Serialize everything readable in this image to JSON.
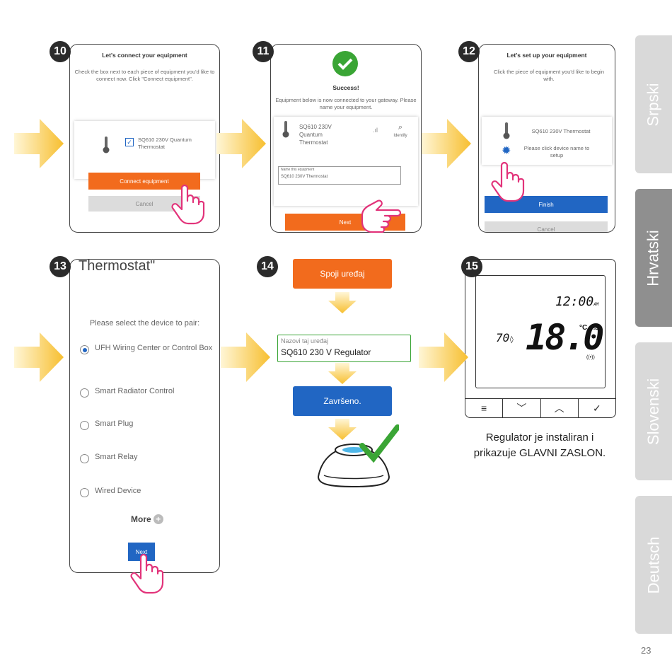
{
  "steps": {
    "s10": {
      "num": "10",
      "title": "Let's connect your equipment",
      "desc": "Check the box next to each piece of equipment you'd like to connect now. Click \"Connect equipment\".",
      "device": "SQ610 230V Quantum Thermostat",
      "connect_btn": "Connect equipment",
      "cancel_btn": "Cancel"
    },
    "s11": {
      "num": "11",
      "title": "Success!",
      "desc": "Equipment below is now connected to your gateway. Please name your equipment.",
      "device": "SQ610 230V Quantum Thermostat",
      "identify": "Identify",
      "name_label": "Name this equipment",
      "name_value": "SQ610 230V Thermostat",
      "next_btn": "Next"
    },
    "s12": {
      "num": "12",
      "title": "Let's set up your equipment",
      "desc": "Click the piece of equipment you'd like to begin with.",
      "device": "SQ610 230V Thermostat",
      "hint": "Please click device name to setup",
      "finish_btn": "Finish",
      "cancel_btn": "Cancel"
    },
    "s13": {
      "num": "13",
      "header": "Thermostat\"",
      "prompt": "Please select the device to pair:",
      "options": [
        "UFH Wiring Center or Control Box",
        "Smart Radiator Control",
        "Smart Plug",
        "Smart Relay",
        "Wired Device"
      ],
      "more": "More",
      "next_btn": "Next"
    },
    "s14": {
      "num": "14",
      "connect": "Spoji uređaj",
      "name_label": "Nazovi taj uređaj",
      "name_value": "SQ610 230 V Regulator",
      "done": "Završeno."
    },
    "s15": {
      "num": "15",
      "time": "12:00",
      "time_suffix": "AM",
      "humidity": "70",
      "temp": "18.0",
      "unit": "°C",
      "caption_line1": "Regulator je instaliran i",
      "caption_line2": "prikazuje GLAVNI ZASLON."
    }
  },
  "tabs": [
    "Srpski",
    "Hrvatski",
    "Slovenski",
    "Deutsch"
  ],
  "active_tab": "Hrvatski",
  "page_number": "23",
  "colors": {
    "orange": "#f26b1d",
    "blue": "#2166c3",
    "green": "#3aa535",
    "tab_grey": "#d9d9d9",
    "tab_active": "#8f8f8f",
    "arrow": "#f7c53c"
  }
}
